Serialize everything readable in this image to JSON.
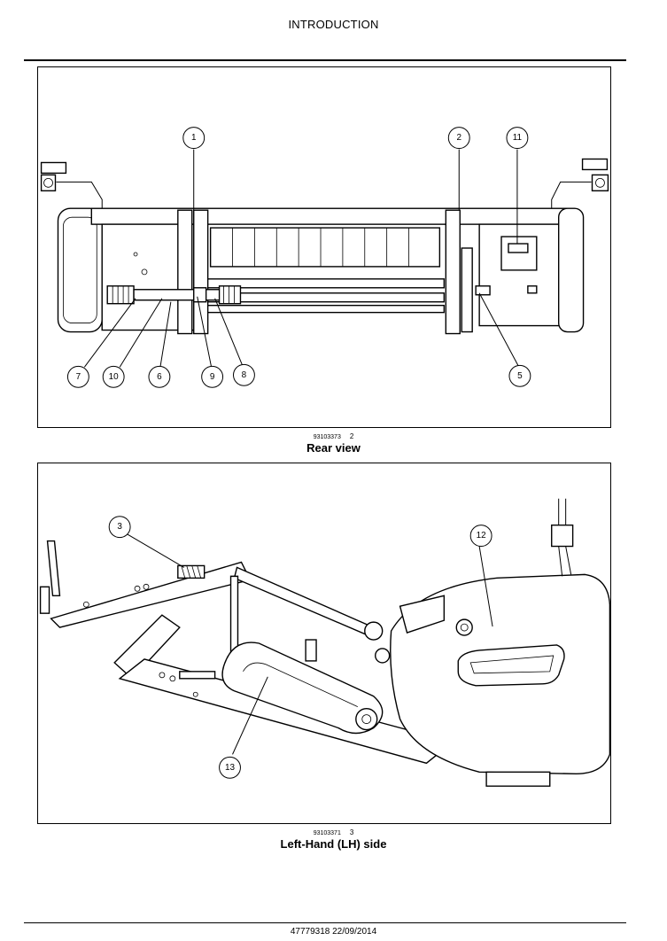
{
  "header": {
    "title": "INTRODUCTION"
  },
  "figures": [
    {
      "code": "93103373",
      "number": "2",
      "caption": "Rear view",
      "callouts": [
        "1",
        "2",
        "11",
        "7",
        "10",
        "6",
        "9",
        "8",
        "5"
      ]
    },
    {
      "code": "93103371",
      "number": "3",
      "caption": "Left-Hand (LH) side",
      "callouts": [
        "3",
        "12",
        "13"
      ]
    }
  ],
  "footer": {
    "text": "47779318 22/09/2014"
  }
}
